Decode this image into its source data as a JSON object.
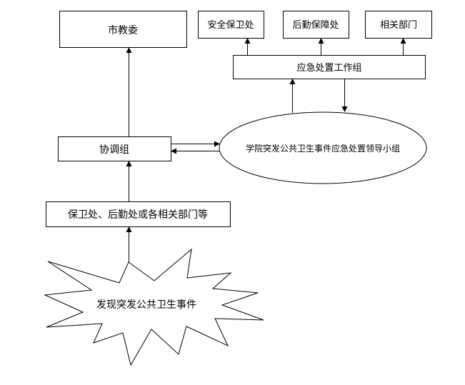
{
  "diagram": {
    "nodes": {
      "municipal_education_commission": "市教委",
      "security_office": "安全保卫处",
      "logistics_office": "后勤保障处",
      "related_departments": "相关部门",
      "emergency_working_group": "应急处置工作组",
      "coordination_group": "协调组",
      "leadership_group": "学院突发公共卫生事件应急处置领导小组",
      "reporting_departments": "保卫处、后勤处或各相关部门等",
      "event_discovered": "发现突发公共卫生事件"
    },
    "edges": [
      {
        "from": "event_discovered",
        "to": "reporting_departments"
      },
      {
        "from": "reporting_departments",
        "to": "coordination_group"
      },
      {
        "from": "coordination_group",
        "to": "municipal_education_commission"
      },
      {
        "from": "coordination_group",
        "to": "leadership_group"
      },
      {
        "from": "leadership_group",
        "to": "coordination_group"
      },
      {
        "from": "leadership_group",
        "to": "emergency_working_group"
      },
      {
        "from": "emergency_working_group",
        "to": "leadership_group"
      },
      {
        "from": "emergency_working_group",
        "to": "security_office"
      },
      {
        "from": "emergency_working_group",
        "to": "logistics_office"
      },
      {
        "from": "emergency_working_group",
        "to": "related_departments"
      }
    ],
    "colors": {
      "stroke": "#000000",
      "fill": "#ffffff",
      "text": "#000000"
    }
  }
}
